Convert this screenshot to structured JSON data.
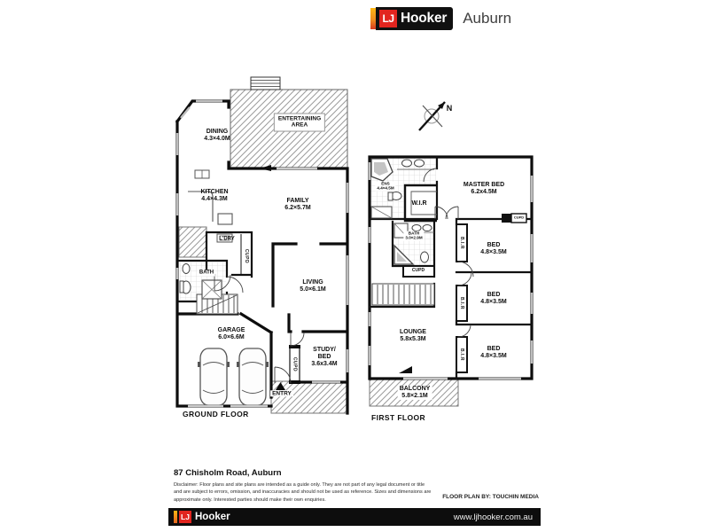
{
  "brand": {
    "initials": "LJ",
    "name": "Hooker",
    "office": "Auburn",
    "website": "www.ljhooker.com.au",
    "red": "#e2251f",
    "yellow": "#fdb714",
    "black": "#101010"
  },
  "compass": {
    "label": "N"
  },
  "ground_floor": {
    "title": "GROUND FLOOR",
    "rooms": {
      "dining": {
        "name": "DINING",
        "dims": "4.3×4.0M"
      },
      "entertaining": {
        "line1": "ENTERTAINING",
        "line2": "AREA"
      },
      "kitchen": {
        "name": "KITCHEN",
        "dims": "4.4×4.3M"
      },
      "family": {
        "name": "FAMILY",
        "dims": "6.2×5.7M"
      },
      "laundry": {
        "name": "L'DRY"
      },
      "laundry_cupd": {
        "name": "CUPD"
      },
      "bath": {
        "name": "BATH"
      },
      "living": {
        "name": "LIVING",
        "dims": "5.0×6.1M"
      },
      "garage": {
        "name": "GARAGE",
        "dims": "6.0×6.6M"
      },
      "study": {
        "line1": "STUDY/",
        "line2": "BED",
        "dims": "3.6x3.4M"
      },
      "study_cupd": {
        "name": "CUPD"
      },
      "entry": {
        "name": "ENTRY"
      }
    }
  },
  "first_floor": {
    "title": "FIRST FLOOR",
    "rooms": {
      "ensuite": {
        "name": "ENS",
        "dims": "4.4×4.5M"
      },
      "wir": {
        "name": "W.I.R"
      },
      "master": {
        "name": "MASTER BED",
        "dims": "6.2x4.5M"
      },
      "master_cupd": {
        "name": "CUPD"
      },
      "bath": {
        "name": "BATH",
        "dims": "3.0×2.9M"
      },
      "bath_cupd": {
        "name": "CUPD"
      },
      "bir1": {
        "name": "B.I.R"
      },
      "bir2": {
        "name": "B.I.R"
      },
      "bir3": {
        "name": "B.I.R"
      },
      "bed1": {
        "name": "BED",
        "dims": "4.8×3.5M"
      },
      "bed2": {
        "name": "BED",
        "dims": "4.8×3.5M"
      },
      "bed3": {
        "name": "BED",
        "dims": "4.8×3.5M"
      },
      "lounge": {
        "name": "LOUNGE",
        "dims": "5.8x5.3M"
      },
      "balcony": {
        "name": "BALCONY",
        "dims": "5.8×2.1M"
      }
    }
  },
  "footer": {
    "address": "87 Chisholm Road, Auburn",
    "disclaimer": "Disclaimer: Floor plans and site plans are intended as a guide only. They are not part of any legal document or title and are subject to errors, omission, and inaccuracies and should not be used as reference. Sizes and dimensions are approximate only. Interested parties should make their own enquiries.",
    "credit": "FLOOR PLAN BY: TOUCHIN MEDIA"
  }
}
